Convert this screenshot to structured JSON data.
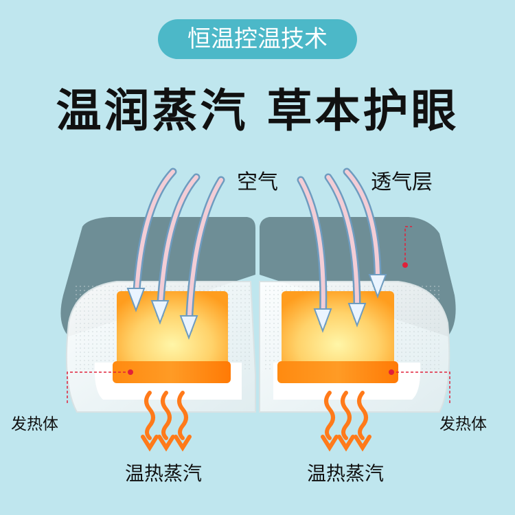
{
  "badge": {
    "text": "恒温控温技术"
  },
  "headline": {
    "text": "温润蒸汽 草本护眼"
  },
  "labels": {
    "air": "空气",
    "vent_layer": "透气层",
    "heater_left": "发热体",
    "heater_right": "发热体",
    "steam_left": "温热蒸汽",
    "steam_right": "温热蒸汽"
  },
  "colors": {
    "background": "#bfe6ee",
    "badge": "#4cb8c8",
    "back_layer": "#6e8e96",
    "pad": "#ffa31a",
    "arrow_steam": "#ff7a1a",
    "leader": "#e0203a"
  }
}
